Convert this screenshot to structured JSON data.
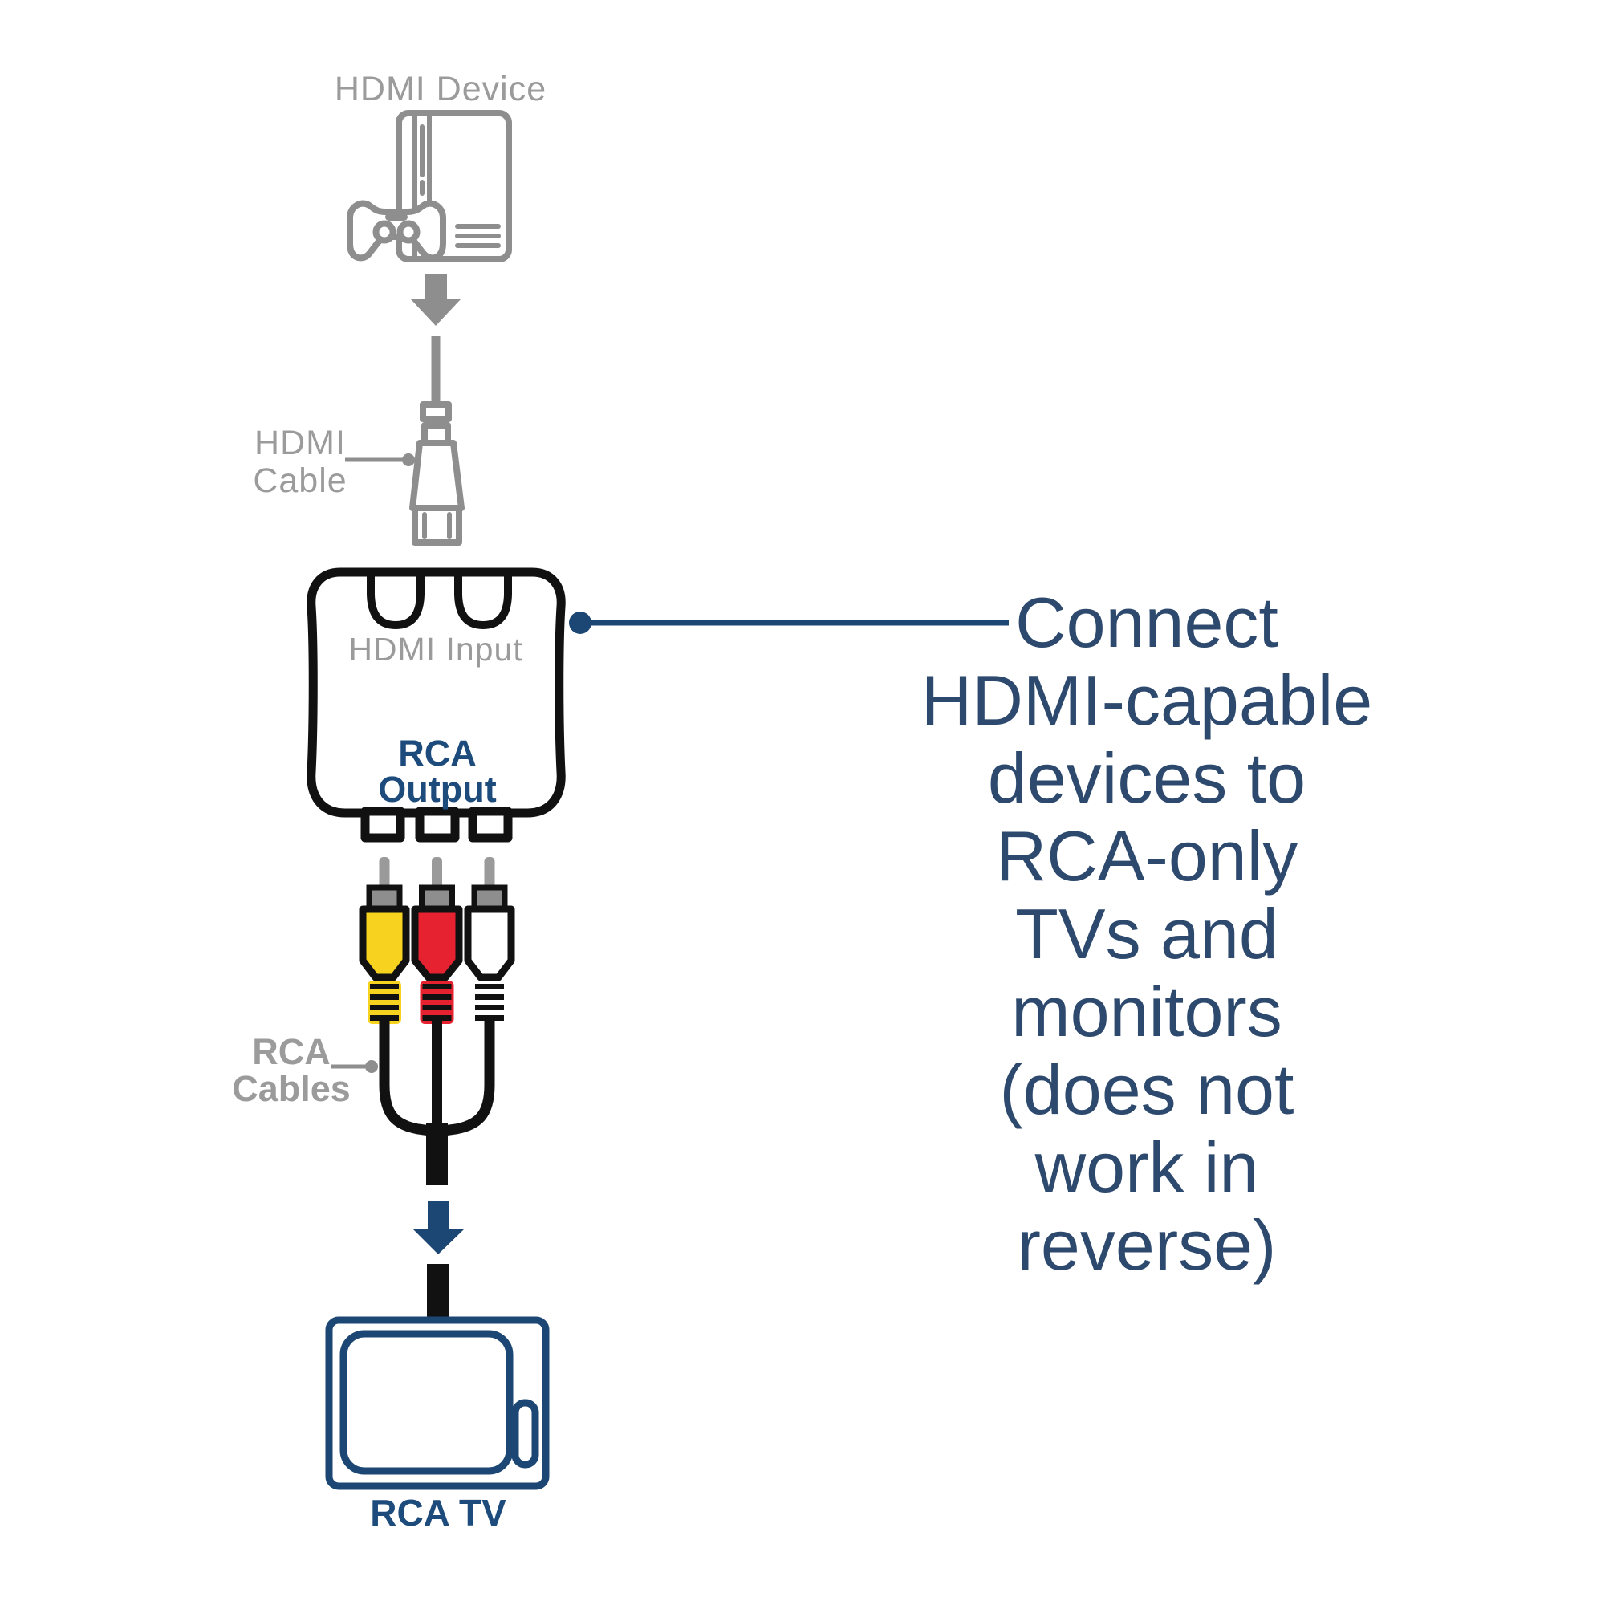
{
  "colors": {
    "gray-icon": "#8e8e8e",
    "gray-text": "#9b9b9b",
    "navy": "#1c4673",
    "navy-text": "#2d4a6e",
    "navy-bold": "#1d4b7c",
    "black": "#111111",
    "yellow": "#f7d21e",
    "red": "#e62230",
    "white": "#ffffff",
    "pin-gray": "#9a9a9a",
    "background": "#ffffff"
  },
  "diagram": {
    "device_label": "HDMI Device",
    "cable_label": "HDMI\nCable",
    "converter": {
      "input_label": "HDMI Input",
      "output_label": "RCA\nOutput"
    },
    "rca_cables_label": "RCA\nCables",
    "tv_label": "RCA TV",
    "rca_plug_colors": [
      "yellow",
      "red",
      "white"
    ]
  },
  "annotation": {
    "text": "Connect\nHDMI-capable\ndevices to RCA-only\nTVs and monitors\n(does not work in\nreverse)"
  },
  "icons": [
    "game-console-icon",
    "down-arrow-gray-icon",
    "hdmi-plug-icon",
    "converter-box-icon",
    "rca-plug-yellow-icon",
    "rca-plug-red-icon",
    "rca-plug-white-icon",
    "down-arrow-navy-icon",
    "tv-icon",
    "leader-dot"
  ]
}
